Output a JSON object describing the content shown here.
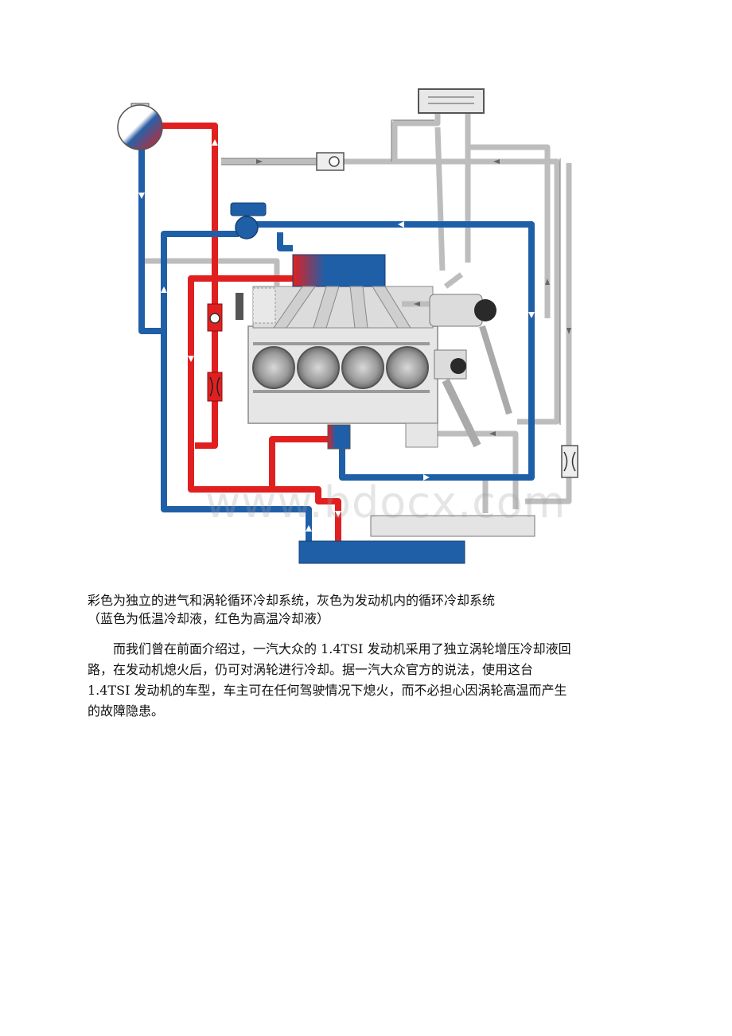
{
  "figure": {
    "colors": {
      "hot": "#e02020",
      "cold": "#1f5fa8",
      "gray": "#bfbfbf",
      "gray_dark": "#9a9a9a",
      "outline": "#707070",
      "engine_block": "#e6e6e6"
    },
    "icons": [
      "expansion-tank-icon",
      "pump-icon",
      "check-valve-icon",
      "restrictor-icon",
      "heater-core-icon",
      "turbocharger-icon",
      "radiator-icon",
      "cylinder-icon",
      "intake-manifold-icon"
    ]
  },
  "watermark": "www.bdocx.com",
  "caption": {
    "line1": "彩色为独立的进气和涡轮循环冷却系统，灰色为发动机内的循环冷却系统",
    "line2": "（蓝色为低温冷却液，红色为高温冷却液）"
  },
  "paragraph": {
    "lines": [
      "而我们曾在前面介绍过，一汽大众的 1.4TSI 发动机采用了独立涡轮增压冷却液回",
      "路，在发动机熄火后，仍可对涡轮进行冷却。据一汽大众官方的说法，使用这台",
      "1.4TSI 发动机的车型，车主可在任何驾驶情况下熄火，而不必担心因涡轮高温而产生",
      "的故障隐患。"
    ]
  }
}
